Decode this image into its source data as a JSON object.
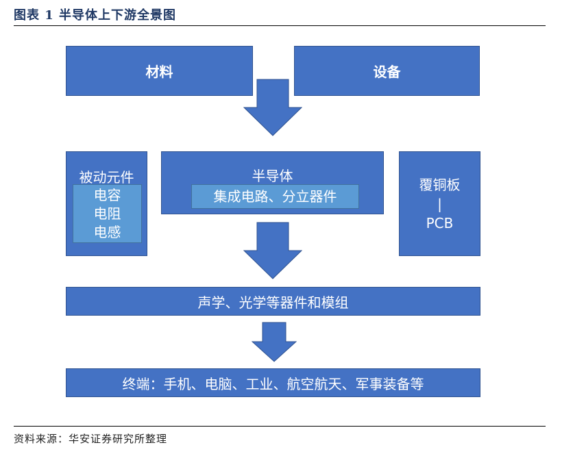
{
  "figure": {
    "title": "图表 1  半导体上下游全景图",
    "source": "资料来源：华安证券研究所整理"
  },
  "diagram": {
    "materials": "材料",
    "equipment": "设备",
    "passive": {
      "label": "被动元件",
      "items": [
        "电容",
        "电阻",
        "电感"
      ]
    },
    "semiconductor": {
      "label": "半导体",
      "sub": "集成电路、分立器件"
    },
    "ccl": {
      "line1": "覆铜板",
      "line2": "|",
      "line3": "PCB"
    },
    "modules": "声学、光学等器件和模组",
    "terminal": "终端：手机、电脑、工业、航空航天、军事装备等"
  },
  "colors": {
    "box_fill": "#4472c4",
    "inner_fill": "#5b9bd5",
    "title": "#1f3864"
  }
}
